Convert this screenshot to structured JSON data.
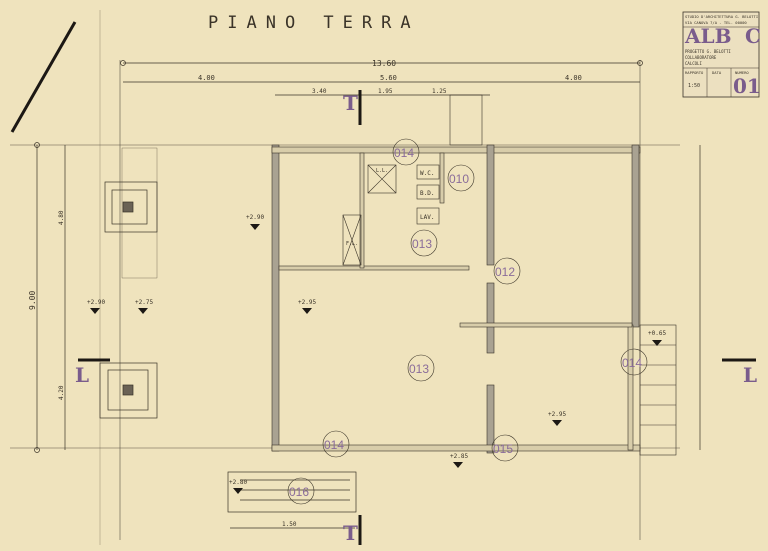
{
  "title": "PIANO TERRA",
  "dimensions": {
    "overall": "13.60",
    "left_bay": "4.00",
    "center_bay": "5.60",
    "right_bay": "4.00",
    "sub_a": "3.40",
    "sub_b": "1.95",
    "sub_c": "1.25",
    "vertical_total": "9.00",
    "vertical_a": "4.80",
    "vertical_b": "4.20",
    "bottom": "1.50"
  },
  "section_marks": {
    "top": "T",
    "bottom": "T",
    "left": "L",
    "right": "L"
  },
  "rooms": [
    "014",
    "010",
    "013",
    "012",
    "013",
    "014",
    "014",
    "015",
    "016"
  ],
  "fixtures": [
    "W.C.",
    "B.D.",
    "LAV.",
    "L.L.",
    "F.L."
  ],
  "elevations": [
    "+2.90",
    "+2.75",
    "+2.90",
    "+2.95",
    "+2.95",
    "+2.80",
    "+2.85",
    "+0.65"
  ],
  "title_block": {
    "studio": "STUDIO D'ARCHITETTURA G. BELOTTI",
    "address": "VIA CANOVA 7/A - TEL. 00000",
    "code": "ALB",
    "code_suffix": "C",
    "project": "PROGETTO G. BELOTTI",
    "collaborator": "COLLABORATORE",
    "calculations": "CALCOLI",
    "ratio_label": "RAPPORTO",
    "ratio": "1:50",
    "date_label": "DATA",
    "number_label": "NUMERO",
    "number": "01"
  },
  "colors": {
    "paper": "#efe3bd",
    "ink": "#3a3328",
    "stamp": "#8a6c9a",
    "wall": "#a9a292"
  }
}
